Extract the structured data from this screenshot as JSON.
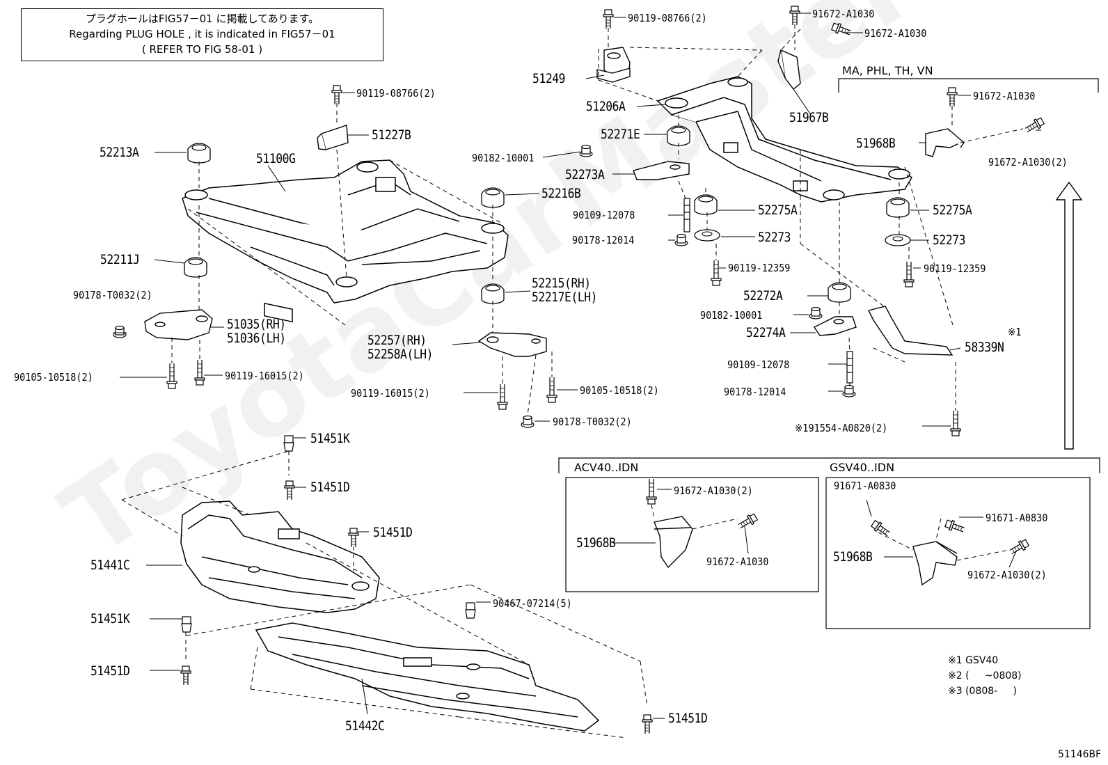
{
  "note": {
    "line1": "プラグホールはFIG57－01 に掲載してあります。",
    "line2": "Regarding  PLUG HOLE  , it is  indicated  in  FIG57－01",
    "line3": "(  REFER  TO  FIG  58-01   )"
  },
  "watermark": "ToyotaCarMaster",
  "sections": {
    "ma_group": "MA, PHL, TH, VN",
    "acv40": "ACV40..IDN",
    "gsv40": "GSV40..IDN"
  },
  "labels": {
    "p_90119_08766_top": "90119-08766(2)",
    "p_91672_a1030_a": "91672-A1030",
    "p_91672_a1030_b": "91672-A1030",
    "p_51249": "51249",
    "p_51206a": "51206A",
    "p_51967b": "51967B",
    "p_90119_08766_mid": "90119-08766(2)",
    "p_51227b": "51227B",
    "p_52213a": "52213A",
    "p_51100g": "51100G",
    "p_52271e": "52271E",
    "p_90182_10001_a": "90182-10001",
    "p_52273a": "52273A",
    "p_52216b": "52216B",
    "p_90109_12078_a": "90109-12078",
    "p_52275a_a": "52275A",
    "p_52273_a": "52273",
    "p_90178_12014_a": "90178-12014",
    "p_90119_12359_a": "90119-12359",
    "p_52211j": "52211J",
    "p_52215": "52215(RH)",
    "p_52217e": "52217E(LH)",
    "p_90178_t0032_a": "90178-T0032(2)",
    "p_51035": "51035(RH)",
    "p_51036": "51036(LH)",
    "p_52257": "52257(RH)",
    "p_52258a": "52258A(LH)",
    "p_90105_10518_a": "90105-10518(2)",
    "p_90119_16015_a": "90119-16015(2)",
    "p_90119_16015_b": "90119-16015(2)",
    "p_90105_10518_b": "90105-10518(2)",
    "p_90178_t0032_b": "90178-T0032(2)",
    "p_52272a": "52272A",
    "p_90182_10001_b": "90182-10001",
    "p_52274a": "52274A",
    "p_90109_12078_b": "90109-12078",
    "p_90178_12014_b": "90178-12014",
    "p_191554": "※191554-A0820(2)",
    "p_91672_a1030_c": "91672-A1030",
    "p_51968b_a": "51968B",
    "p_91672_a1030_2_a": "91672-A1030(2)",
    "p_52275a_b": "52275A",
    "p_52273_b": "52273",
    "p_90119_12359_b": "90119-12359",
    "p_mark1": "※1",
    "p_58339n": "58339N",
    "p_51451k_a": "51451K",
    "p_51451d_a": "51451D",
    "p_51451d_b": "51451D",
    "p_51441c": "51441C",
    "p_90467": "90467-07214(5)",
    "p_51451k_b": "51451K",
    "p_51451d_c": "51451D",
    "p_51442c": "51442C",
    "p_51451d_d": "51451D",
    "p_acv_91672_2": "91672-A1030(2)",
    "p_acv_51968b": "51968B",
    "p_acv_91672": "91672-A1030",
    "p_gsv_91671_a": "91671-A0830",
    "p_gsv_91671_b": "91671-A0830",
    "p_gsv_51968b": "51968B",
    "p_gsv_91672_2": "91672-A1030(2)"
  },
  "footnotes": {
    "n1": "※1 GSV40",
    "n2": "※2 (     ~0808)",
    "n3": "※3 (0808-     )"
  },
  "figure_id": "51146BF"
}
